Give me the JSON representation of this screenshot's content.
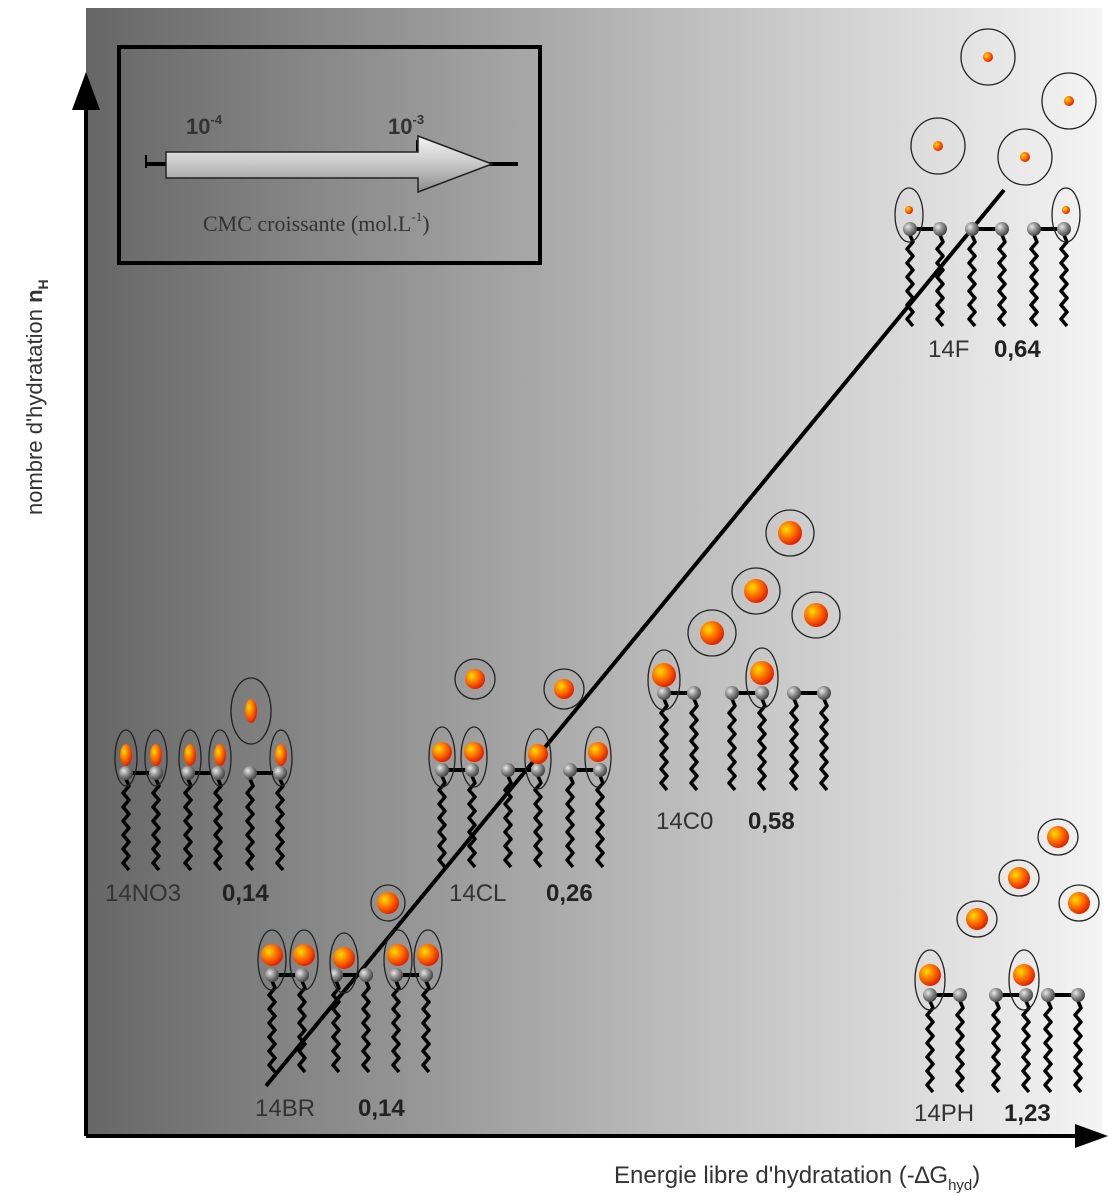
{
  "axes": {
    "y_label_main": "nombre d'hydratation ",
    "y_label_symbol": "n",
    "y_label_sub": "H",
    "x_label_main": "Energie libre d'hydratation (-∆G",
    "x_label_sub": "hyd",
    "x_label_close": ")"
  },
  "inset": {
    "tick1_base": "10",
    "tick1_exp": "-4",
    "tick2_base": "10",
    "tick2_exp": "-3",
    "caption_main": "CMC croissante (mol.L",
    "caption_exp": "-1",
    "caption_close": ")"
  },
  "groups": [
    {
      "name": "14NO3",
      "value": "0,14"
    },
    {
      "name": "14BR",
      "value": "0,14"
    },
    {
      "name": "14CL",
      "value": "0,26"
    },
    {
      "name": "14C0",
      "value": "0,58"
    },
    {
      "name": "14F",
      "value": "0,64"
    },
    {
      "name": "14PH",
      "value": "1,23"
    }
  ],
  "colors": {
    "background_dark": "#6b6b6b",
    "background_light": "#f2f2f2",
    "ion": "#ff3b00",
    "ion_highlight": "#ffd200",
    "headgroup": "#8a8a8a",
    "line": "#000000"
  }
}
